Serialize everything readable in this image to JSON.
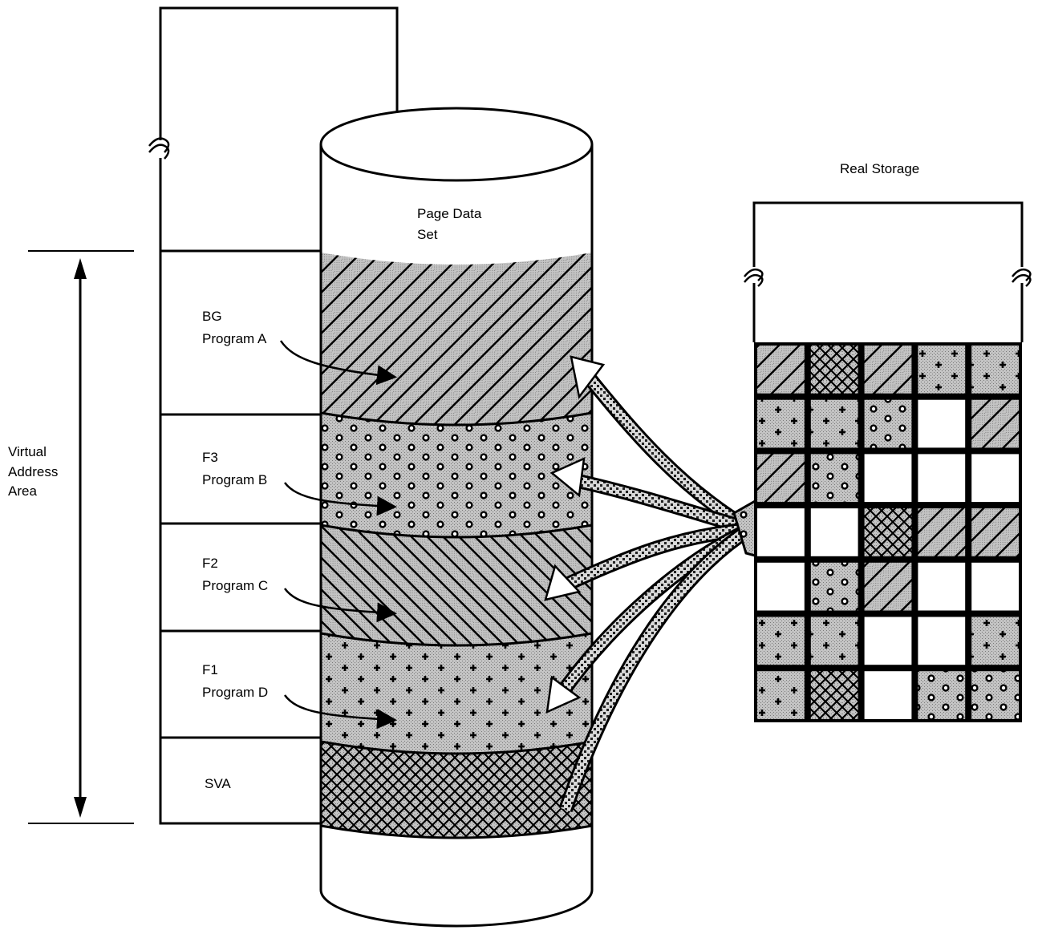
{
  "labels": {
    "virtual_address_area": [
      "Virtual",
      "Address",
      "Area"
    ],
    "page_data_set": [
      "Page Data",
      "Set"
    ],
    "real_storage": "Real Storage"
  },
  "partitions": [
    {
      "id": "bg",
      "lines": [
        "BG",
        "Program A"
      ],
      "pattern": "diagonal-hatch"
    },
    {
      "id": "f3",
      "lines": [
        "F3",
        "Program B"
      ],
      "pattern": "dots"
    },
    {
      "id": "f2",
      "lines": [
        "F2",
        "Program C"
      ],
      "pattern": "dense-diagonal-hatch"
    },
    {
      "id": "f1",
      "lines": [
        "F1",
        "Program D"
      ],
      "pattern": "crosses"
    },
    {
      "id": "sva",
      "lines": [
        "SVA"
      ],
      "pattern": "crosshatch"
    }
  ],
  "real_storage_grid": {
    "columns": 5,
    "rows": 7,
    "cells": [
      "diag",
      "cross",
      "diag",
      "plus",
      "plus",
      "plus",
      "plus",
      "dots",
      "empty",
      "diag",
      "diag",
      "dots",
      "empty",
      "empty",
      "empty",
      "empty",
      "empty",
      "cross",
      "diag",
      "diag",
      "empty",
      "dots",
      "diag",
      "empty",
      "empty",
      "plus",
      "plus",
      "empty",
      "empty",
      "plus",
      "plus",
      "cross",
      "empty",
      "dots",
      "dots"
    ]
  },
  "colors": {
    "ink": "#000000",
    "paper": "#ffffff",
    "screen": "#bdbdbd"
  }
}
